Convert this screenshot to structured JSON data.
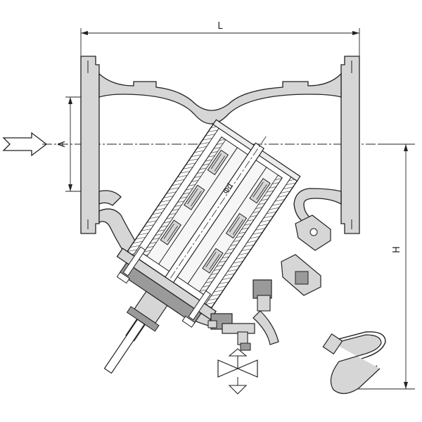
{
  "diagram": {
    "labels": {
      "length": "L",
      "inlet_height": "A",
      "total_height": "H",
      "screen_diameter": "Φd"
    },
    "colors": {
      "line": "#222222",
      "body_fill": "#d6d6d6",
      "body_dark": "#9a9a9a",
      "screen_fill": "#ececec",
      "background": "#ffffff"
    },
    "icons": {
      "flow_direction": "flow-arrow-icon",
      "drain_valve": "valve-symbol-icon"
    }
  }
}
